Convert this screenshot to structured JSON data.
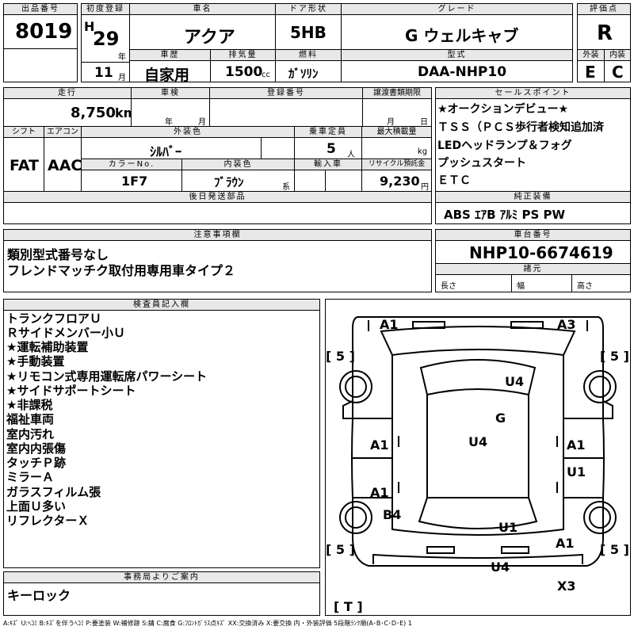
{
  "header": {
    "lot_label": "出品番号",
    "lot_value": "8019",
    "reg_label": "初度登録",
    "era": "H",
    "year": "29",
    "year_unit": "年",
    "month": "11",
    "month_unit": "月",
    "name_label": "車名",
    "name_value": "アクア",
    "door_label": "ドア形状",
    "door_value": "5HB",
    "grade_label": "グレード",
    "grade_value": "G ウェルキャブ",
    "score_label": "評価点",
    "score_value": "R",
    "history_label": "車歴",
    "history_value": "自家用",
    "disp_label": "排気量",
    "disp_value": "1500",
    "disp_unit": "cc",
    "fuel_label": "燃料",
    "fuel_value": "ｶﾞｿﾘﾝ",
    "model_label": "型式",
    "model_value": "DAA-NHP10",
    "ext_label": "外装",
    "ext_value": "E",
    "int_label": "内装",
    "int_value": "C"
  },
  "row2": {
    "mileage_label": "走行",
    "mileage_value": "8,750",
    "mileage_unit": "km",
    "inspection_label": "車検",
    "insp_year_unit": "年",
    "insp_month_unit": "月",
    "regno_label": "登録番号",
    "transfer_label": "譲渡書類期限",
    "transfer_month_unit": "月",
    "transfer_day_unit": "日",
    "shift_label": "シフト",
    "shift_value": "FAT",
    "ac_label": "エアコン",
    "ac_value": "AAC",
    "color_label": "外装色",
    "color_value": "ｼﾙﾊﾞｰ",
    "capacity_label": "乗車定員",
    "capacity_value": "5",
    "capacity_unit": "人",
    "load_label": "最大積載量",
    "load_unit": "kg",
    "colorno_label": "カラーNo.",
    "colorno_value": "1F7",
    "intcolor_label": "内装色",
    "intcolor_value": "ﾌﾞﾗｳﾝ",
    "intcolor_unit": "系",
    "import_label": "輸入車",
    "recycle_label": "リサイクル預託金",
    "recycle_value": "9,230",
    "recycle_unit": "円",
    "later_label": "後日発送部品"
  },
  "sales_points": {
    "label": "セールスポイント",
    "lines": [
      "★オークションデビュー★",
      "ＴＳＳ（ＰＣＳ歩行者検知追加済",
      "LEDヘッドランプ＆フォグ",
      "プッシュスタート",
      "ＥＴＣ"
    ]
  },
  "equipment": {
    "label": "純正装備",
    "value": "ABS ｴｱB ｱﾙﾐ PS PW"
  },
  "notes": {
    "label": "注意事項欄",
    "lines": [
      "類別型式番号なし",
      "フレンドマッチク取付用専用車タイプ２"
    ]
  },
  "chassis": {
    "label": "車台番号",
    "value": "NHP10-6674619"
  },
  "specs": {
    "label": "諸元",
    "length": "長さ",
    "width": "幅",
    "height": "高さ"
  },
  "inspector": {
    "label": "検査員記入欄",
    "lines": [
      "トランクフロアＵ",
      "Ｒサイドメンバー小Ｕ",
      "★運転補助装置",
      "★手動装置",
      "★リモコン式専用運転席パワーシート",
      "★サイドサポートシート",
      "★非課税",
      "福祉車両",
      "室内汚れ",
      "室内内張傷",
      "タッチＰ跡",
      "ミラーＡ",
      "ガラスフィルム張",
      "上面Ｕ多い",
      "リフレクターＸ"
    ]
  },
  "office": {
    "label": "事務局よりご案内",
    "value": "キーロック"
  },
  "diagram": {
    "marks": [
      "A1",
      "A3",
      "U4",
      "G",
      "U4",
      "A1",
      "A1",
      "U1",
      "A1",
      "B4",
      "U1",
      "A1",
      "U4",
      "X3"
    ],
    "tire_left_top": "[ 5 ]",
    "tire_right_top": "[ 5 ]",
    "tire_left_bottom": "[ 5 ]",
    "tire_right_bottom": "[ 5 ]",
    "spare": "[ T ]"
  },
  "legend": "A:ｷｽﾞ U:ﾍｺﾐ B:ｷｽﾞを伴うﾍｺﾐ P:要塗装 W:補修跡 S:錆 C:腐食 G:ﾌﾛﾝﾄｶﾞﾗｽ点ｷｽﾞ XX:交換済み X:要交換 内・外装評価 5段階ﾗﾝｸ順(A･B･C･D･E) 1"
}
